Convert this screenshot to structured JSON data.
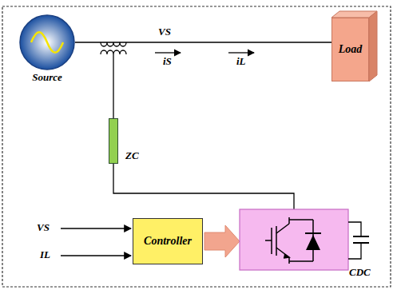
{
  "diagram": {
    "nodes": [
      {
        "text": [
          "Source"
        ]
      },
      {
        "text": [
          "Load"
        ]
      },
      {
        "text": [
          "ZC"
        ]
      },
      {
        "text": [
          "Controller"
        ]
      }
    ],
    "edges": [
      {
        "from": 0,
        "to": 1,
        "arrow": "none"
      }
    ],
    "labels": [
      "VS",
      "iS",
      "iL",
      "VS",
      "IL",
      "CDC"
    ]
  }
}
